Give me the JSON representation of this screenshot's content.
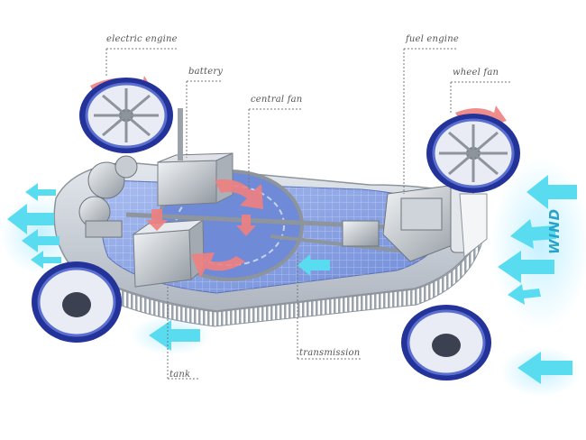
{
  "labels": {
    "electric_engine": "electric engine",
    "battery": "battery",
    "central_fan": "central fan",
    "fuel_engine": "fuel engine",
    "wheel_fan": "wheel fan",
    "transmission": "transmission",
    "tank": "tank"
  },
  "wind_label": "WIND",
  "colors": {
    "wind_arrow": "#59dcf0",
    "airflow_arrow": "#f08080",
    "wheel_blue": "#23339a",
    "chassis_grey": "#b8bfc8",
    "floor_blue": "#8fa8e0",
    "leader_line": "#777777",
    "label_text": "#555555",
    "wind_text": "#2aa3c8"
  }
}
